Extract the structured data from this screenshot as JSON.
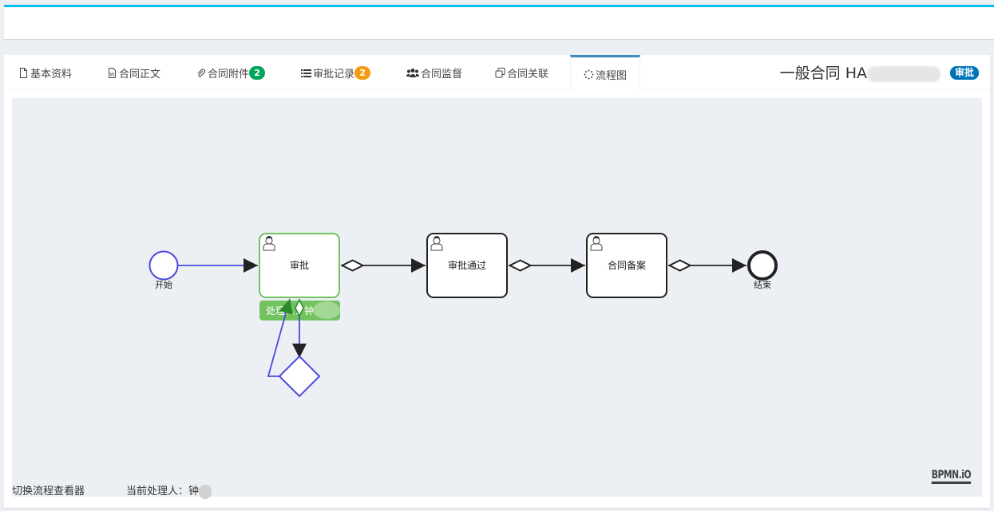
{
  "tabs": [
    {
      "label": "基本资料",
      "icon": "file-icon"
    },
    {
      "label": "合同正文",
      "icon": "word-file-icon"
    },
    {
      "label": "合同附件",
      "icon": "paperclip-icon",
      "badge": "2",
      "badge_color": "#00a65a"
    },
    {
      "label": "审批记录",
      "icon": "list-icon",
      "badge": "2",
      "badge_color": "#f39c12"
    },
    {
      "label": "合同监督",
      "icon": "users-icon"
    },
    {
      "label": "合同关联",
      "icon": "copy-icon"
    },
    {
      "label": "流程图",
      "icon": "spinner-icon",
      "active": true
    }
  ],
  "header": {
    "title_prefix": "一般合同 HA",
    "status_badge": "审批",
    "status_color": "#0073b7"
  },
  "diagram": {
    "start_label": "开始",
    "end_label": "结束",
    "tasks": [
      {
        "label": "审批",
        "state": "active"
      },
      {
        "label": "审批通过",
        "state": "pending"
      },
      {
        "label": "合同备案",
        "state": "pending"
      }
    ],
    "handler_overlay": "处理人：钟",
    "colors": {
      "active": "#72c35f",
      "flow": "#4a4adf",
      "pending": "#222222",
      "canvas": "#ecf0f5"
    },
    "logo": "BPMN.iO"
  },
  "footer": {
    "switch_viewer": "切换流程查看器",
    "current_handler_label": "当前处理人：钟"
  }
}
